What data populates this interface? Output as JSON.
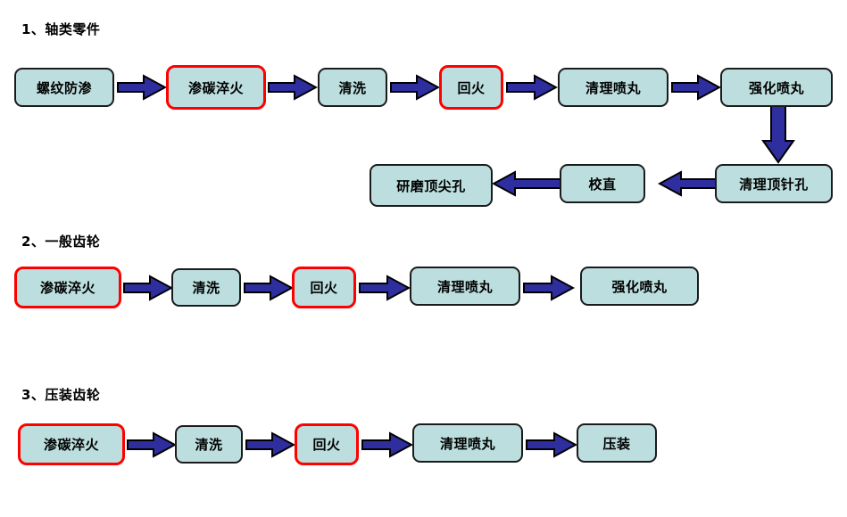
{
  "page": {
    "background": "#ffffff",
    "node_fill": "#bcdede",
    "node_border": "#1b1b1b",
    "highlight_border": "#ff0000",
    "arrow_fill": "#2e2e9e",
    "arrow_outline": "#000000",
    "text_color": "#000000"
  },
  "sections": [
    {
      "title": "1、轴类零件",
      "nodes": [
        {
          "label": "螺纹防渗",
          "highlight": false
        },
        {
          "label": "渗碳淬火",
          "highlight": true
        },
        {
          "label": "清洗",
          "highlight": false
        },
        {
          "label": "回火",
          "highlight": true
        },
        {
          "label": "清理喷丸",
          "highlight": false
        },
        {
          "label": "强化喷丸",
          "highlight": false
        },
        {
          "label": "清理顶针孔",
          "highlight": false
        },
        {
          "label": "校直",
          "highlight": false
        },
        {
          "label": "研磨顶尖孔",
          "highlight": false
        }
      ]
    },
    {
      "title": "2、一般齿轮",
      "nodes": [
        {
          "label": "渗碳淬火",
          "highlight": true
        },
        {
          "label": "清洗",
          "highlight": false
        },
        {
          "label": "回火",
          "highlight": true
        },
        {
          "label": "清理喷丸",
          "highlight": false
        },
        {
          "label": "强化喷丸",
          "highlight": false
        }
      ]
    },
    {
      "title": "3、压装齿轮",
      "nodes": [
        {
          "label": "渗碳淬火",
          "highlight": true
        },
        {
          "label": "清洗",
          "highlight": false
        },
        {
          "label": "回火",
          "highlight": true
        },
        {
          "label": "清理喷丸",
          "highlight": false
        },
        {
          "label": "压装",
          "highlight": false
        }
      ]
    }
  ]
}
